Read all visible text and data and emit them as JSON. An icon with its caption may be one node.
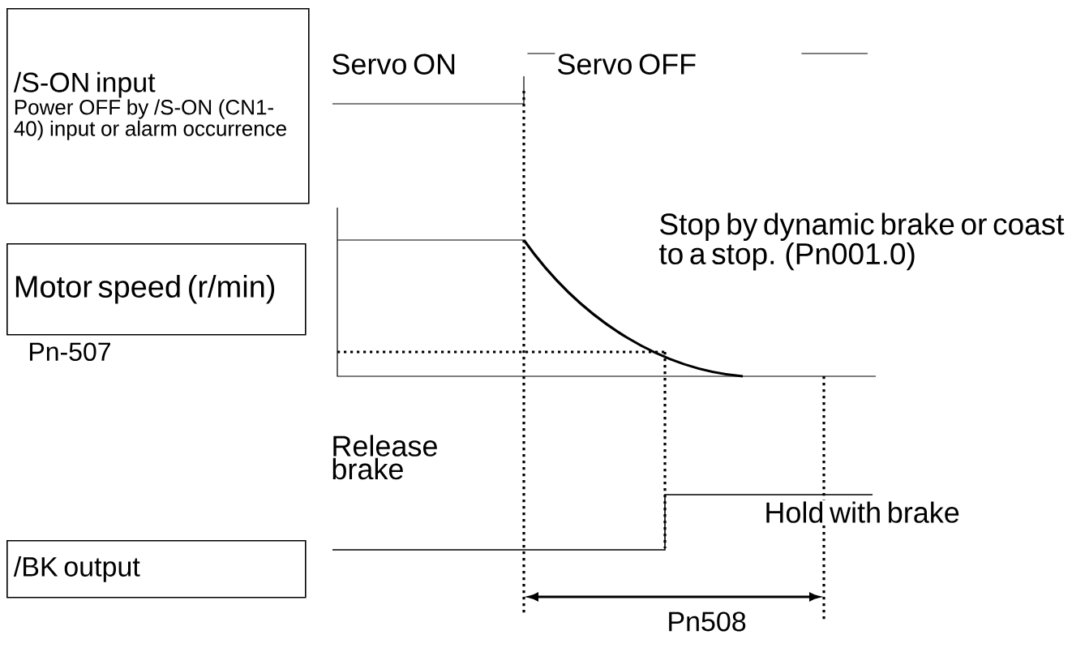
{
  "diagram": {
    "nodes": [
      {
        "text": [
          "/S-ON input",
          "Power OFF by /S-ON (CN1-40) input or alarm occurrence"
        ]
      },
      {
        "text": [
          "Motor speed (r/min)"
        ]
      },
      {
        "text": [
          "/BK output"
        ]
      }
    ],
    "labels": [
      "Servo ON",
      "Servo OFF",
      "Stop by dynamic brake or coast to a stop. (Pn001.0)",
      "Pn-507",
      "Release brake",
      "Hold with brake",
      "Pn508"
    ]
  }
}
